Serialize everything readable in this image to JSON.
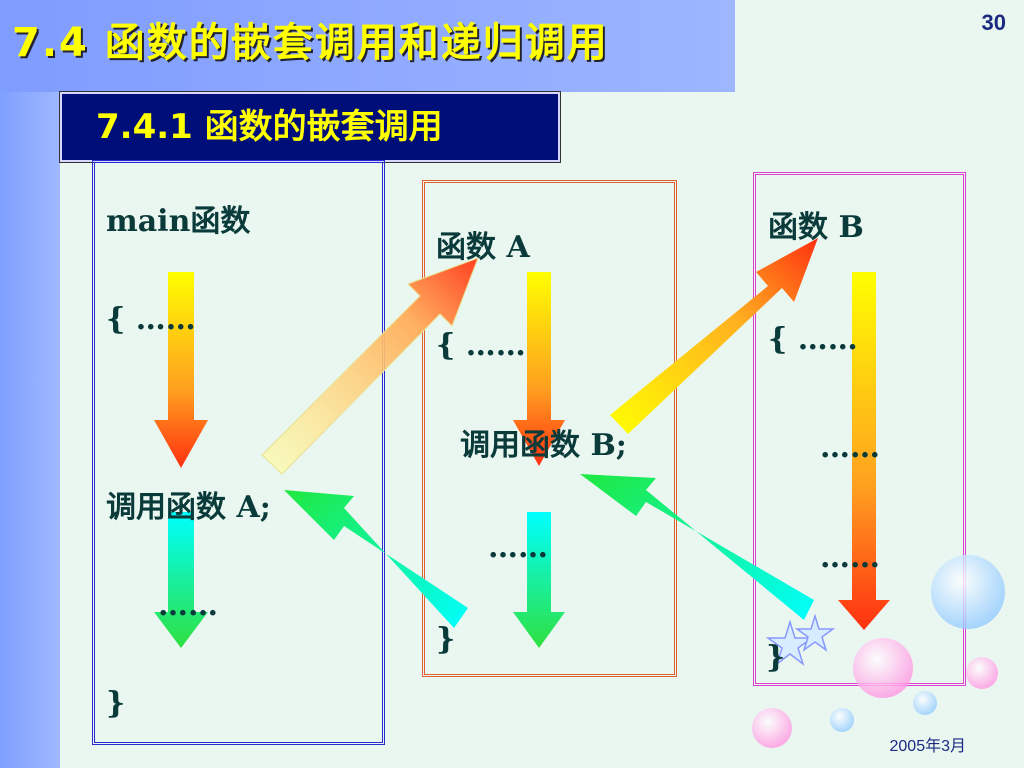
{
  "header": {
    "title": "7.4 函数的嵌套调用和递归调用",
    "page_number": "30",
    "subtitle": "7.4.1 函数的嵌套调用"
  },
  "main_func": {
    "name": "main函数",
    "open": "{ ……",
    "call": "调用函数 A;",
    "dots": "……",
    "close": "}"
  },
  "func_a": {
    "name": "函数 A",
    "open": "{ ……",
    "call": "调用函数 B;",
    "dots": "……",
    "close": "}"
  },
  "func_b": {
    "name": "函数 B",
    "open": "{ ……",
    "dots1": "……",
    "dots2": "……",
    "close": "}"
  },
  "footer": {
    "date": "2005年3月"
  },
  "colors": {
    "title": "#ffff00",
    "subtitle_bg": "#000e7a",
    "background": "#eaf7f1"
  }
}
